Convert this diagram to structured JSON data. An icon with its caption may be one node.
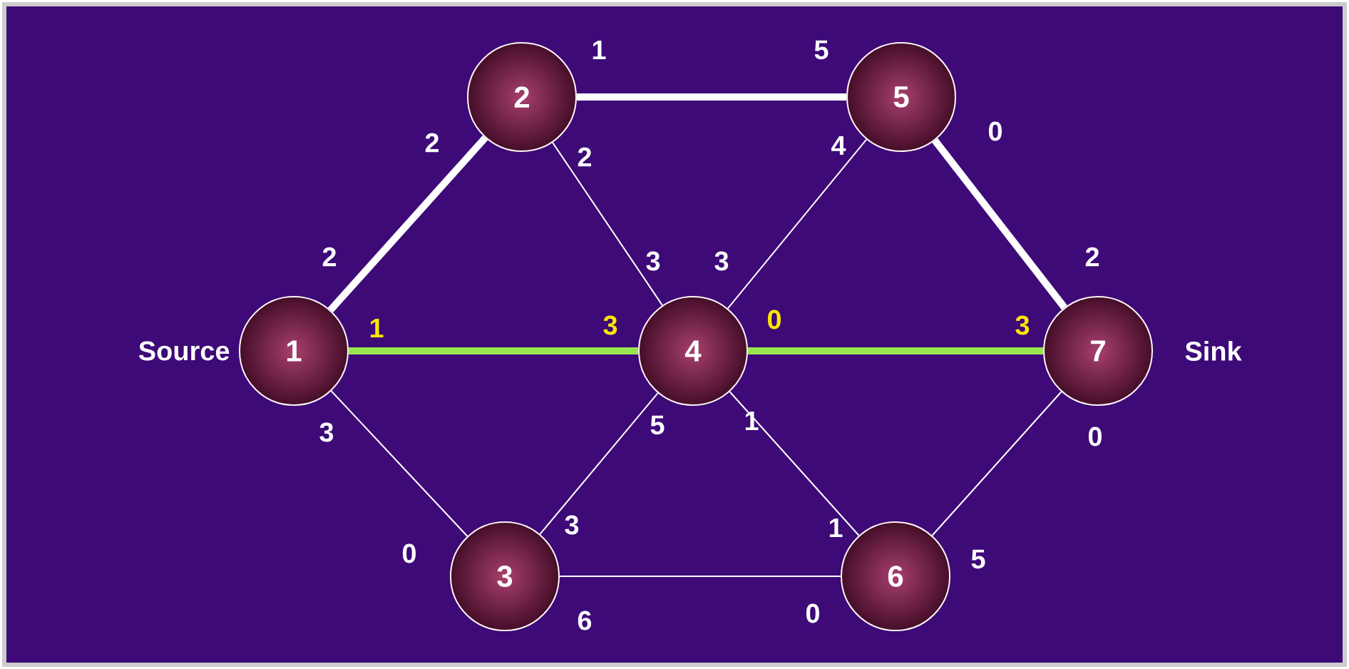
{
  "diagram": {
    "nodes": [
      {
        "text": [
          "1"
        ],
        "beside": [
          "Source"
        ]
      },
      {
        "text": [
          "2"
        ]
      },
      {
        "text": [
          "3"
        ]
      },
      {
        "text": [
          "4"
        ]
      },
      {
        "text": [
          "5"
        ]
      },
      {
        "text": [
          "6"
        ]
      },
      {
        "text": [
          "7"
        ],
        "beside": [
          "Sink"
        ]
      }
    ],
    "edges": [
      {
        "from": 0,
        "to": 1,
        "arrow": "none",
        "style": "thick"
      },
      {
        "from": 0,
        "to": 3,
        "arrow": "none",
        "style": "thick",
        "color": "#99e550"
      },
      {
        "from": 0,
        "to": 2,
        "arrow": "none"
      },
      {
        "from": 1,
        "to": 4,
        "arrow": "none",
        "style": "thick"
      },
      {
        "from": 1,
        "to": 3,
        "arrow": "none"
      },
      {
        "from": 4,
        "to": 3,
        "arrow": "none"
      },
      {
        "from": 4,
        "to": 6,
        "arrow": "none",
        "style": "thick"
      },
      {
        "from": 3,
        "to": 6,
        "arrow": "none",
        "style": "thick",
        "color": "#99e550"
      },
      {
        "from": 3,
        "to": 2,
        "arrow": "none"
      },
      {
        "from": 3,
        "to": 5,
        "arrow": "none"
      },
      {
        "from": 2,
        "to": 5,
        "arrow": "none"
      },
      {
        "from": 5,
        "to": 6,
        "arrow": "none"
      }
    ],
    "labels": [
      "1",
      "5",
      "2",
      "2",
      "0",
      "4",
      "2",
      "3",
      "3",
      "2",
      "1",
      "3",
      "0",
      "3",
      "3",
      "5",
      "1",
      "0",
      "0",
      "3",
      "1",
      "5",
      "6",
      "0"
    ]
  }
}
